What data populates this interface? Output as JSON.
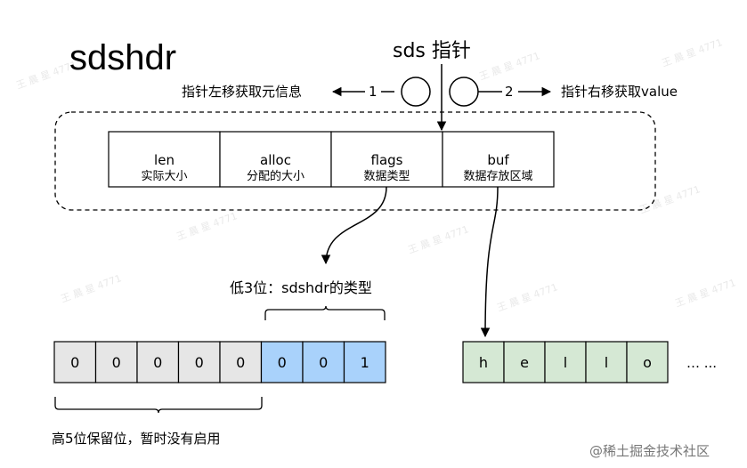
{
  "title": "sdshdr",
  "pointer": {
    "label": "sds 指针",
    "left_text": "指针左移获取元信息",
    "left_num": "1",
    "right_num": "2",
    "right_text": "指针右移获取value"
  },
  "fields": [
    {
      "name": "len",
      "desc": "实际大小"
    },
    {
      "name": "alloc",
      "desc": "分配的大小"
    },
    {
      "name": "flags",
      "desc": "数据类型"
    },
    {
      "name": "buf",
      "desc": "数据存放区域"
    }
  ],
  "low_bits_label": "低3位：sdshdr的类型",
  "high_bits_label": "高5位保留位，暂时没有启用",
  "flag_bits": [
    "0",
    "0",
    "0",
    "0",
    "0",
    "0",
    "0",
    "1"
  ],
  "buf_chars": [
    "h",
    "e",
    "l",
    "l",
    "o"
  ],
  "ellipsis": "… ...",
  "watermark": "@稀土掘金技术社区",
  "colors": {
    "bit_gray": "#e6e6e6",
    "bit_blue": "#a9d2fb",
    "buf_green": "#d5e8d4"
  }
}
